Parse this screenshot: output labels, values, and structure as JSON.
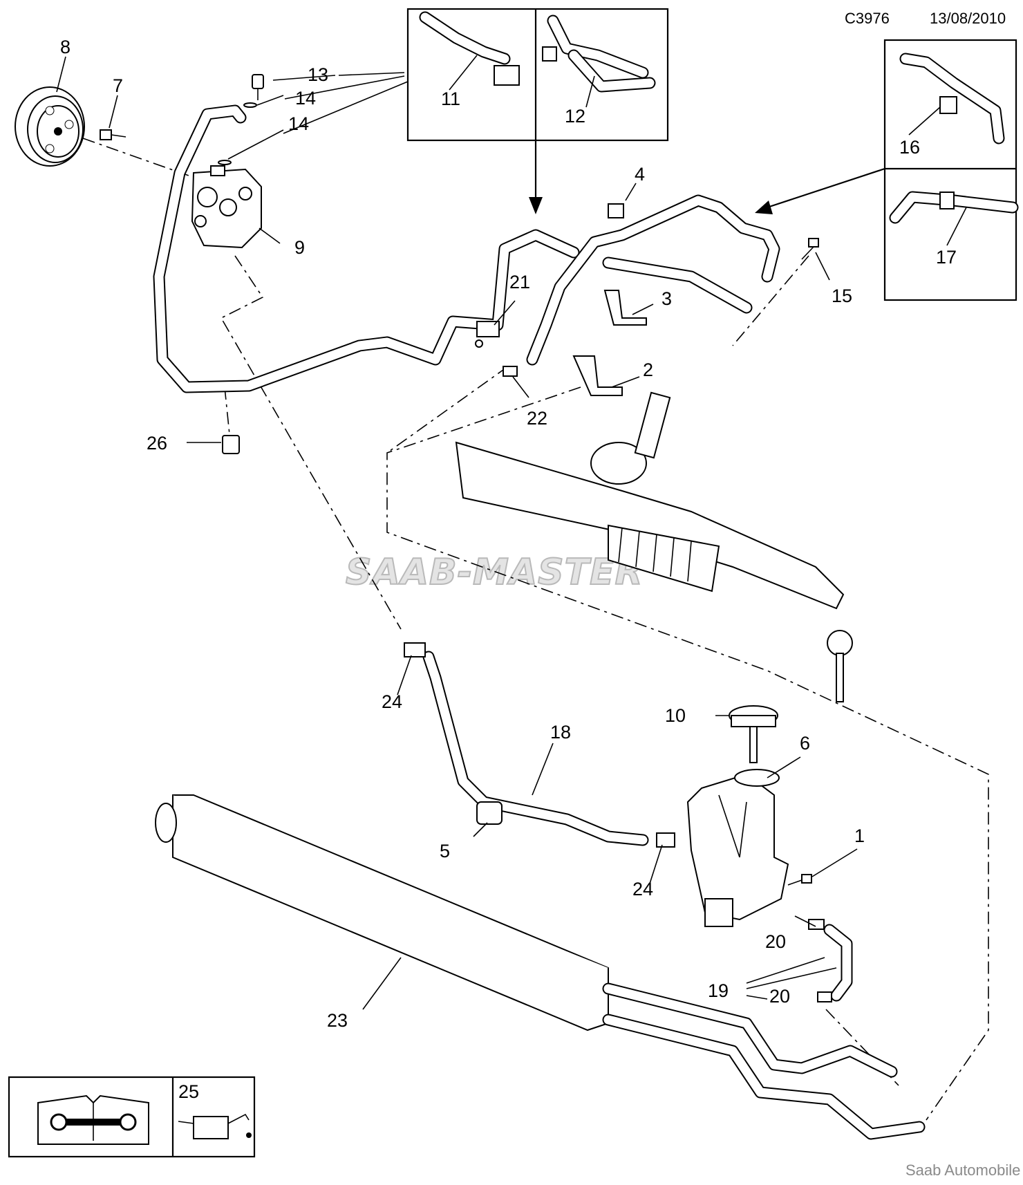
{
  "header": {
    "code": "C3976",
    "date": "13/08/2010"
  },
  "footer": {
    "copyright": "Saab Automobile AB"
  },
  "watermark": {
    "text": "SAAB-MASTER"
  },
  "callouts": {
    "c1": "1",
    "c2": "2",
    "c3": "3",
    "c4": "4",
    "c5": "5",
    "c6": "6",
    "c7": "7",
    "c8": "8",
    "c9": "9",
    "c10": "10",
    "c11": "11",
    "c12": "12",
    "c13": "13",
    "c14a": "14",
    "c14b": "14",
    "c15": "15",
    "c16": "16",
    "c17": "17",
    "c18": "18",
    "c19": "19",
    "c20a": "20",
    "c20b": "20",
    "c21": "21",
    "c22": "22",
    "c23": "23",
    "c24a": "24",
    "c24b": "24",
    "c25": "25",
    "c26": "26"
  },
  "icons": [
    "service-manual-wrench-icon",
    "oil-can-icon"
  ]
}
